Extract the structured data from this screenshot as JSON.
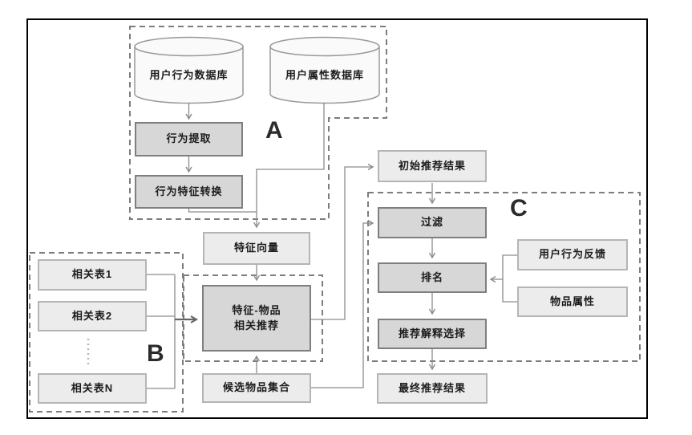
{
  "diagram": {
    "regions": {
      "a": "A",
      "b": "B",
      "c": "C"
    },
    "nodes": {
      "db_behavior": "用户行为数据库",
      "db_attribute": "用户属性数据库",
      "behavior_extract": "行为提取",
      "behavior_feature_convert": "行为特征转换",
      "feature_vector": "特征向量",
      "related_table_1": "相关表1",
      "related_table_2": "相关表2",
      "related_table_n": "相关表N",
      "feature_item_rec_line1": "特征-物品",
      "feature_item_rec_line2": "相关推荐",
      "candidate_item_set": "候选物品集合",
      "initial_rec_result": "初始推荐结果",
      "filter": "过滤",
      "ranking": "排名",
      "rec_explanation_select": "推荐解释选择",
      "final_rec_result": "最终推荐结果",
      "user_behavior_feedback": "用户行为反馈",
      "item_attribute": "物品属性"
    },
    "colors": {
      "frame": "#000000",
      "dashed_region": "#7d7d7d",
      "shaded_box_fill": "#d7d7d7",
      "shaded_box_border": "#7f7f7f",
      "light_box_fill": "#ececec",
      "light_box_border": "#b5b5b5",
      "cylinder_fill": "#fafafa",
      "cylinder_border": "#999999",
      "connector": "#8c8c8c",
      "text": "#1c1c1c"
    }
  }
}
